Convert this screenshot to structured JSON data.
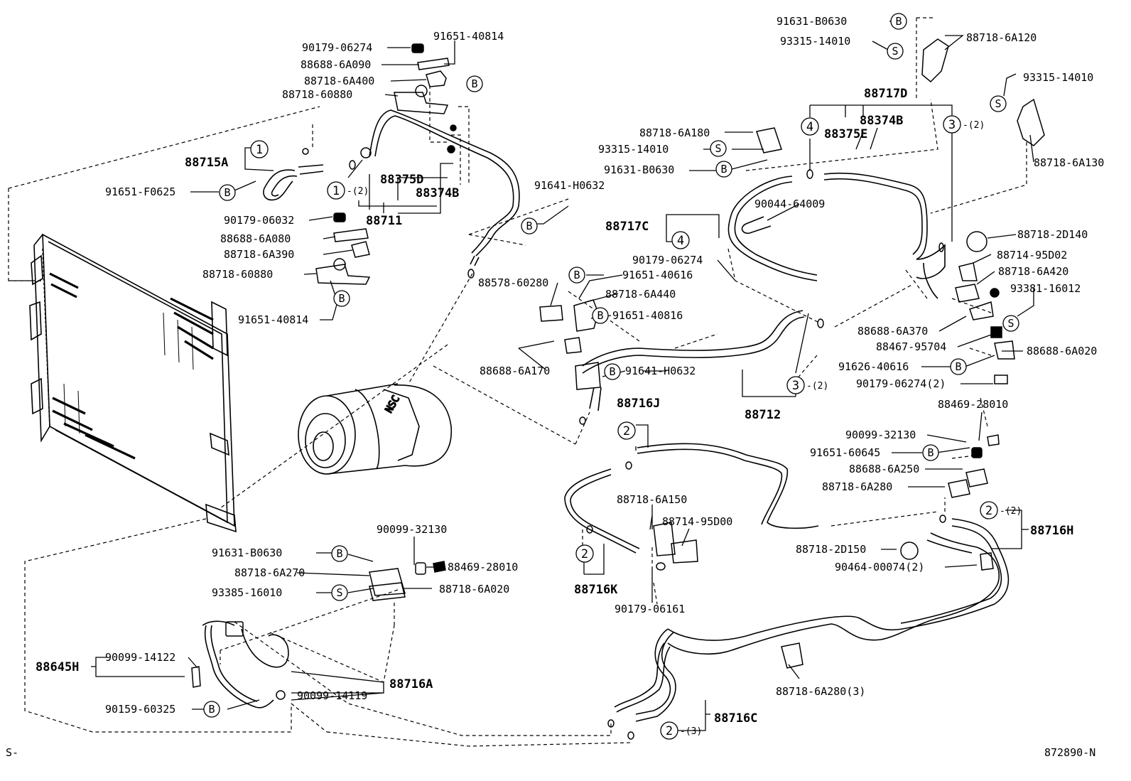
{
  "figure_code": "872890-N",
  "corner_mark": "S-",
  "symbols": {
    "bolt": "B",
    "screw": "S"
  },
  "assemblies": {
    "a88715A": "88715A",
    "a88711": "88711",
    "a88375D": "88375D",
    "a88374B_left": "88374B",
    "a88717D": "88717D",
    "a88374B_right": "88374B",
    "a88375E": "88375E",
    "a88717C": "88717C",
    "a88712": "88712",
    "a88716J": "88716J",
    "a88716K": "88716K",
    "a88716H": "88716H",
    "a88716C": "88716C",
    "a88716A": "88716A",
    "a88645H": "88645H"
  },
  "parts": {
    "p90179_06274_top": "90179-06274",
    "p91651_40814_top": "91651-40814",
    "p88688_6A090": "88688-6A090",
    "p88718_6A400": "88718-6A400",
    "p88718_60880_top": "88718-60880",
    "p91651_F0625": "91651-F0625",
    "p90179_06032": "90179-06032",
    "p88688_6A080": "88688-6A080",
    "p88718_6A390": "88718-6A390",
    "p88718_60880_bot": "88718-60880",
    "p91651_40814_bot": "91651-40814",
    "p91641_H0632_top": "91641-H0632",
    "p91631_B0630_top": "91631-B0630",
    "p93315_14010_top": "93315-14010",
    "p88718_6A120": "88718-6A120",
    "p93315_14010_right": "93315-14010",
    "p88718_6A130": "88718-6A130",
    "p88718_6A180": "88718-6A180",
    "p93315_14010_mid": "93315-14010",
    "p91631_B0630_mid": "91631-B0630",
    "p90044_64009": "90044-64009",
    "p90179_06274_mid": "90179-06274",
    "p88718_2D140": "88718-2D140",
    "p88714_95D02": "88714-95D02",
    "p88718_6A420": "88718-6A420",
    "p93381_16012": "93381-16012",
    "p88578_60280": "88578-60280",
    "p91651_40616": "91651-40616",
    "p88718_6A440": "88718-6A440",
    "p91651_40816": "91651-40816",
    "p88688_6A170": "88688-6A170",
    "p91641_H0632_mid": "91641-H0632",
    "p88688_6A370": "88688-6A370",
    "p88467_95704": "88467-95704",
    "p88688_6A020": "88688-6A020",
    "p91626_40616": "91626-40616",
    "p90179_06274_2": "90179-06274(2)",
    "p88469_28010_right": "88469-28010",
    "p90099_32130_right": "90099-32130",
    "p91651_60645": "91651-60645",
    "p88688_6A250": "88688-6A250",
    "p88718_6A280": "88718-6A280",
    "p88718_6A150": "88718-6A150",
    "p88714_95D00": "88714-95D00",
    "p88718_2D150": "88718-2D150",
    "p90464_00074": "90464-00074(2)",
    "p90179_06161": "90179-06161",
    "p88718_6A280_3": "88718-6A280(3)",
    "p90099_32130_bot": "90099-32130",
    "p91631_B0630_bot": "91631-B0630",
    "p88469_28010_bot": "88469-28010",
    "p88718_6A270": "88718-6A270",
    "p88718_6A020": "88718-6A020",
    "p93385_16010": "93385-16010",
    "p90099_14122": "90099-14122",
    "p90099_14119": "90099-14119",
    "p90159_60325": "90159-60325"
  },
  "callouts": {
    "c1": "1",
    "c1b": "1",
    "q1b": "-(2)",
    "c4a": "4",
    "c4b": "4",
    "c3a": "3",
    "q3a": "-(2)",
    "c3b": "3",
    "q3b": "-(2)",
    "c2a": "2",
    "c2b": "2",
    "c2c": "2",
    "q2c": "-(2)",
    "c2d": "2",
    "q2d": "-(3)"
  }
}
